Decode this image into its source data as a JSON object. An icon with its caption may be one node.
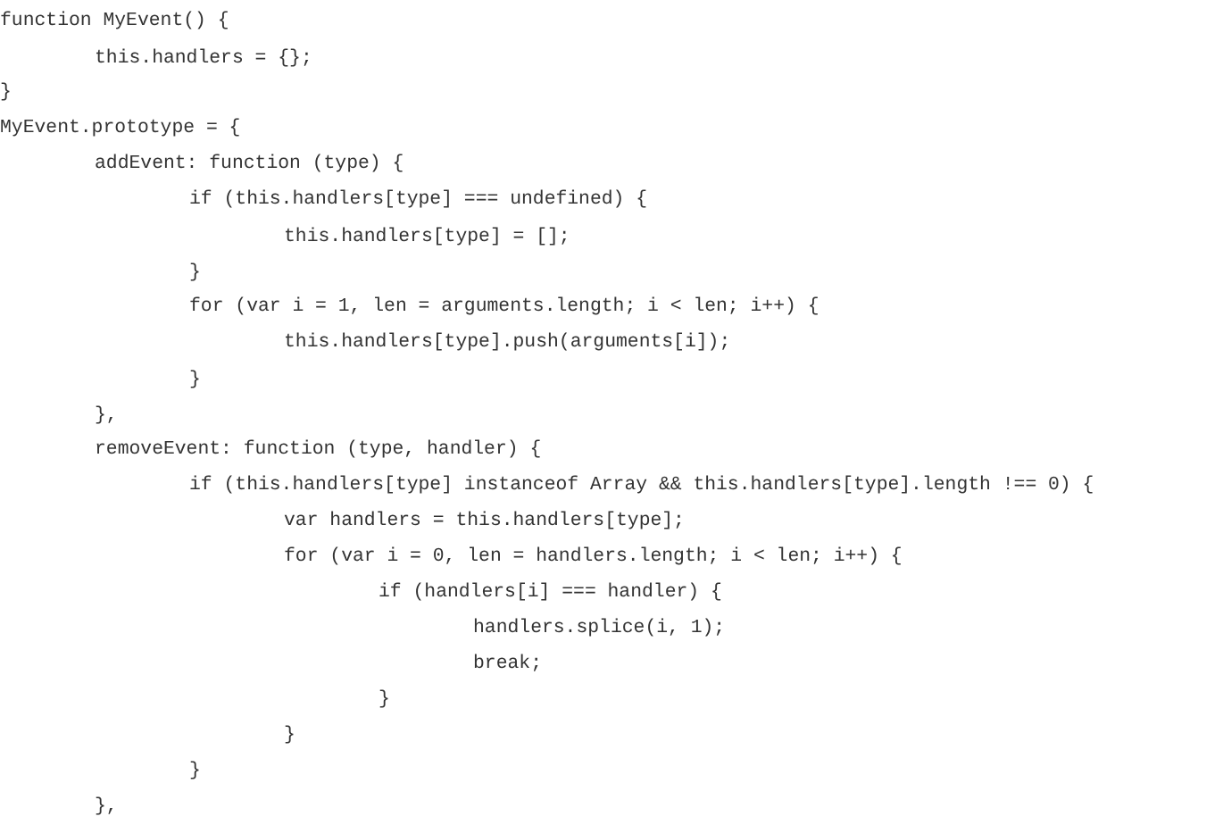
{
  "diagram": {
    "labels": [
      "function MyEvent() {",
      "this.handlers = {};",
      "}",
      "MyEvent.prototype = {",
      "addEvent: function (type) {",
      "if (this.handlers[type] === undefined) {",
      "this.handlers[type] = [];",
      "}",
      "for (var i = 1, len = arguments.length; i < len; i++) {",
      "this.handlers[type].push(arguments[i]);",
      "}",
      "},",
      "removeEvent: function (type, handler) {",
      "if (this.handlers[type] instanceof Array && this.handlers[type].length !== 0) {",
      "var handlers = this.handlers[type];",
      "for (var i = 0, len = handlers.length; i < len; i++) {",
      "if (handlers[i] === handler) {",
      "handlers.splice(i, 1);",
      "break;",
      "}",
      "}",
      "}",
      "},"
    ]
  }
}
